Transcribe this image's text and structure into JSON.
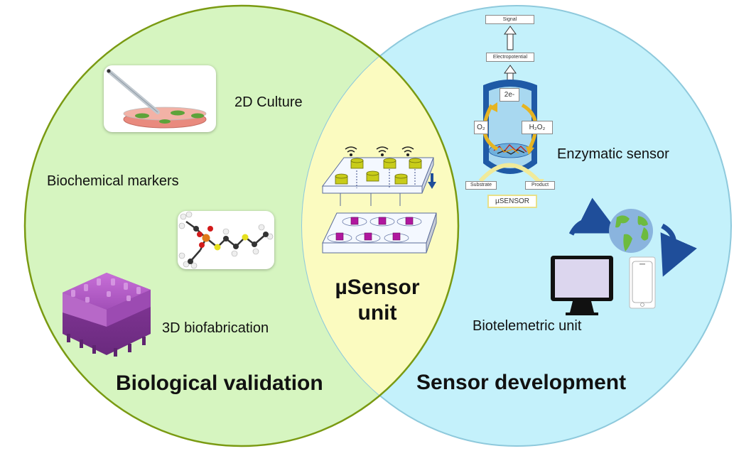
{
  "diagram": {
    "type": "venn",
    "colors": {
      "left_fill": "#d6f5c0",
      "left_stroke": "#7a9a12",
      "right_fill": "#c4f1fb",
      "right_stroke": "#8ec9dc",
      "overlap_fill": "#fbfbc0",
      "cylinder_blue": "#1f5aa6",
      "cylinder_light": "#a8d8f0",
      "cycle_arrow": "#e6b422",
      "tray_sensor": "#c8cc1a",
      "tray_cube": "#b0179e",
      "scaffold": "#b25cc4",
      "globe_ocean": "#8ab4de",
      "globe_land": "#6dbb3f",
      "telemetry_arrow": "#1f4e9a"
    },
    "left_circle": {
      "title": "Biological validation",
      "items": {
        "culture": "2D Culture",
        "markers": "Biochemical markers",
        "biofab": "3D biofabrication"
      }
    },
    "overlap": {
      "title_line1": "µSensor",
      "title_line2": "unit"
    },
    "right_circle": {
      "title": "Sensor development",
      "enzymatic_label": "Enzymatic sensor",
      "telemetry_label": "Biotelemetric unit",
      "schematic": {
        "signal": "Signal",
        "electropotential": "Electropotential",
        "electrons": "2e-",
        "oxygen": "O₂",
        "peroxide": "H₂O₂",
        "substrate": "Substrate",
        "product": "Product",
        "sensor_tag": "µSENSOR"
      }
    }
  }
}
